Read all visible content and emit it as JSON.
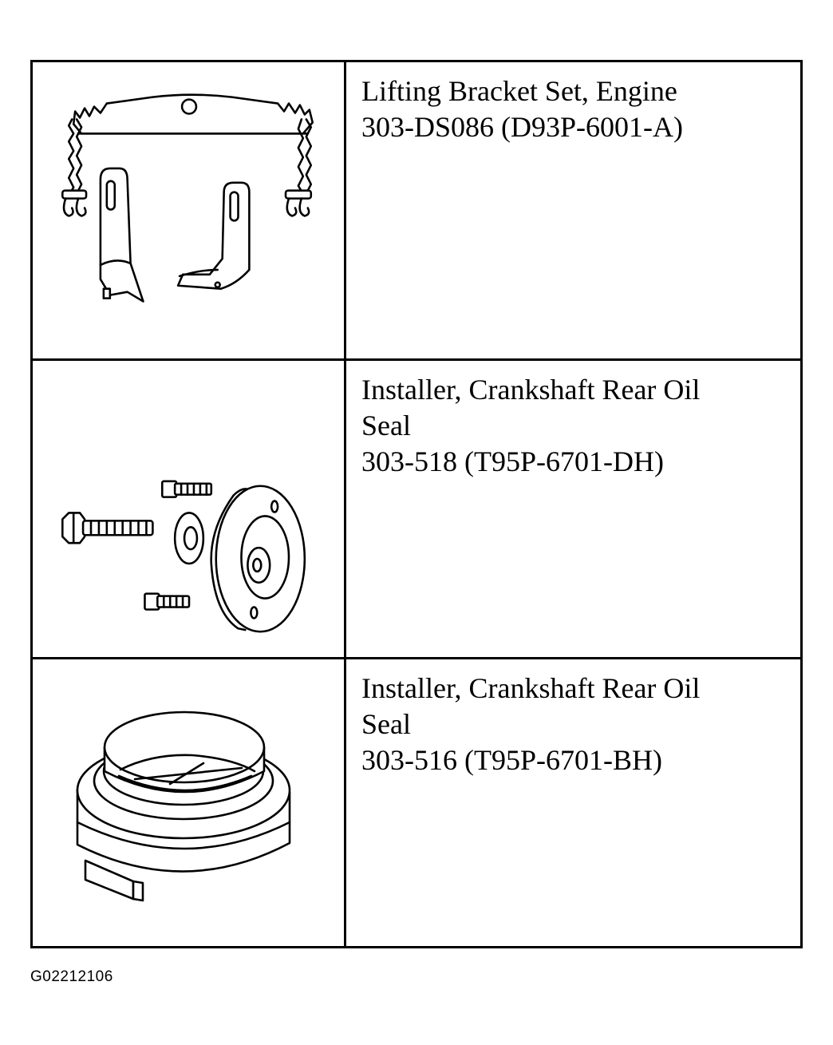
{
  "tools": [
    {
      "name_line1": "Lifting Bracket Set, Engine",
      "name_line2": "",
      "part_number": "303-DS086 (D93P-6001-A)",
      "illustration_icon": "lifting-bracket-set-icon"
    },
    {
      "name_line1": "Installer, Crankshaft Rear Oil",
      "name_line2": "Seal",
      "part_number": "303-518 (T95P-6701-DH)",
      "illustration_icon": "crankshaft-seal-installer-plate-icon"
    },
    {
      "name_line1": "Installer, Crankshaft Rear Oil",
      "name_line2": "Seal",
      "part_number": "303-516 (T95P-6701-BH)",
      "illustration_icon": "crankshaft-seal-installer-ring-icon"
    }
  ],
  "figure_id": "G02212106"
}
